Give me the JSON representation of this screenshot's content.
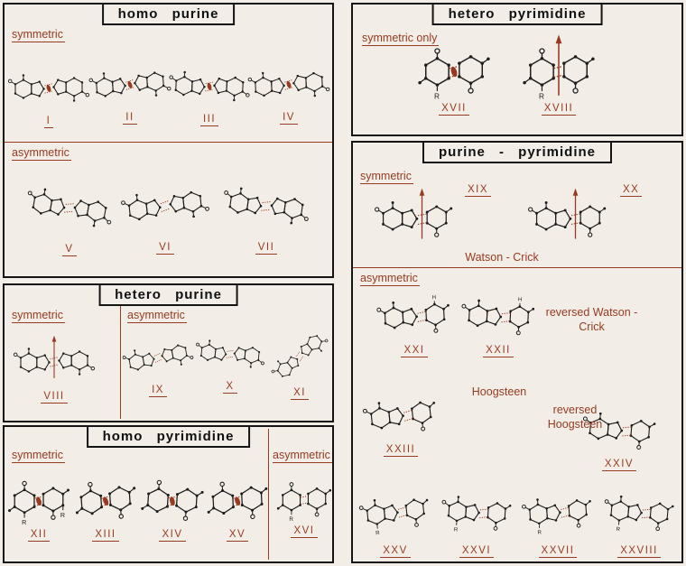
{
  "colors": {
    "accent": "#963a20",
    "ink": "#1c1c1c",
    "paper": "#f2eee7"
  },
  "labels": {
    "r": "R",
    "h": "H"
  },
  "panels": {
    "homo_purine": {
      "title": "homo purine",
      "symmetric_label": "symmetric",
      "asymmetric_label": "asymmetric",
      "symmetric_structures": [
        {
          "num": "I"
        },
        {
          "num": "II"
        },
        {
          "num": "III"
        },
        {
          "num": "IV"
        }
      ],
      "asymmetric_structures": [
        {
          "num": "V"
        },
        {
          "num": "VI"
        },
        {
          "num": "VII"
        }
      ]
    },
    "hetero_purine": {
      "title": "hetero purine",
      "symmetric_label": "symmetric",
      "asymmetric_label": "asymmetric",
      "symmetric_structures": [
        {
          "num": "VIII"
        }
      ],
      "asymmetric_structures": [
        {
          "num": "IX"
        },
        {
          "num": "X"
        },
        {
          "num": "XI"
        }
      ]
    },
    "homo_pyrimidine": {
      "title": "homo pyrimidine",
      "symmetric_label": "symmetric",
      "asymmetric_label": "asymmetric",
      "symmetric_structures": [
        {
          "num": "XII"
        },
        {
          "num": "XIII"
        },
        {
          "num": "XIV"
        },
        {
          "num": "XV"
        }
      ],
      "asymmetric_structures": [
        {
          "num": "XVI"
        }
      ]
    },
    "hetero_pyrimidine": {
      "title": "hetero pyrimidine",
      "symmetric_only_label": "symmetric only",
      "structures": [
        {
          "num": "XVII"
        },
        {
          "num": "XVIII"
        }
      ]
    },
    "purine_pyrimidine": {
      "title": "purine - pyrimidine",
      "symmetric_label": "symmetric",
      "asymmetric_label": "asymmetric",
      "watson_crick_label": "Watson - Crick",
      "reversed_watson_crick_label": "reversed Watson - Crick",
      "hoogsteen_label": "Hoogsteen",
      "reversed_hoogsteen_label": "reversed Hoogsteen",
      "symmetric_structures": [
        {
          "num": "XIX"
        },
        {
          "num": "XX"
        }
      ],
      "asymmetric_structures": [
        {
          "num": "XXI"
        },
        {
          "num": "XXII"
        },
        {
          "num": "XXIII"
        },
        {
          "num": "XXIV"
        },
        {
          "num": "XXV"
        },
        {
          "num": "XXVI"
        },
        {
          "num": "XXVII"
        },
        {
          "num": "XXVIII"
        }
      ]
    }
  }
}
